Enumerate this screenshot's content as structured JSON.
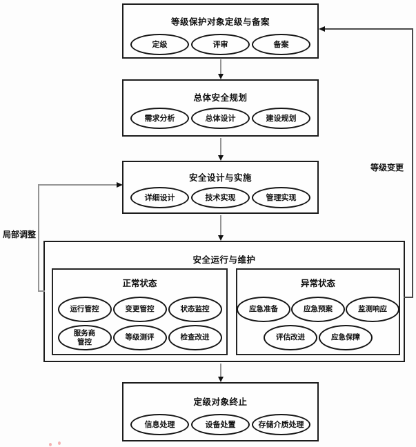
{
  "stage1": {
    "title": "等级保护对象定级与备案",
    "items": [
      "定级",
      "评审",
      "备案"
    ]
  },
  "stage2": {
    "title": "总体安全规划",
    "items": [
      "需求分析",
      "总体设计",
      "建设规划"
    ]
  },
  "stage3": {
    "title": "安全设计与实施",
    "items": [
      "详细设计",
      "技术实现",
      "管理实现"
    ]
  },
  "stage4": {
    "title": "安全运行与维护",
    "normal": {
      "title": "正常状态",
      "row1": [
        "运行管控",
        "变更管控",
        "状态监控"
      ],
      "row2": [
        "服务商\n管控",
        "等级测评",
        "检查改进"
      ]
    },
    "abnormal": {
      "title": "异常状态",
      "row1": [
        "应急准备",
        "应急预案",
        "监测响应"
      ],
      "row2": [
        "评估改进",
        "应急保障"
      ]
    }
  },
  "stage5": {
    "title": "定级对象终止",
    "items": [
      "信息处理",
      "设备处置",
      "存储介质处理"
    ]
  },
  "labels": {
    "left_feedback": "局部调整",
    "right_feedback": "等级变更"
  },
  "colors": {
    "border": "#1c1c1c",
    "connector": "#949494",
    "feedback_right": "#4a4a4a",
    "arrow": "#111111",
    "dot": "#f2a4a4"
  }
}
